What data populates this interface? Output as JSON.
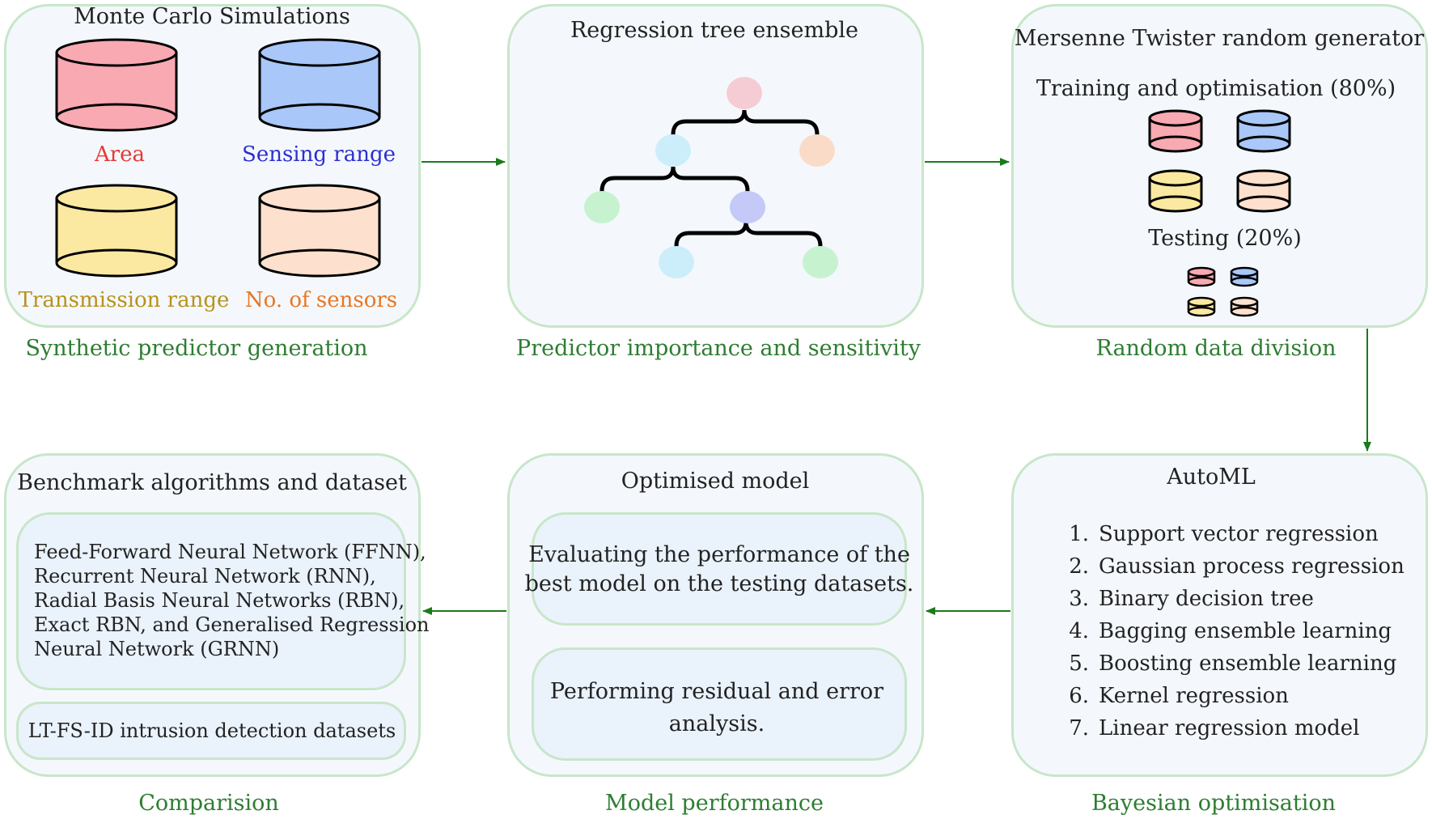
{
  "colors": {
    "red_fill": "#f8a9b2",
    "blue_fill": "#a9c7f8",
    "yellow_fill": "#fbe9a2",
    "peach_fill": "#fde0cd",
    "arrow": "#1b7a1b",
    "caption": "#2e7d32",
    "label_red": "#e53935",
    "label_blue": "#2c2fd0",
    "label_yellow": "#b8921a",
    "label_orange": "#e87722"
  },
  "stage1": {
    "title": "Monte Carlo Simulations",
    "datasets": [
      "Area",
      "Sensing range",
      "Transmission range",
      "No. of sensors"
    ],
    "caption": "Synthetic predictor generation"
  },
  "stage2": {
    "title": "Regression tree ensemble",
    "caption": "Predictor importance and sensitivity"
  },
  "stage3": {
    "title": "Mersenne Twister random generator",
    "training": "Training and optimisation (80%)",
    "testing": "Testing (20%)",
    "caption": "Random data division"
  },
  "stage4": {
    "title": "AutoML",
    "items": [
      {
        "num": "1.",
        "label": "Support vector regression"
      },
      {
        "num": "2.",
        "label": "Gaussian process regression"
      },
      {
        "num": "3.",
        "label": "Binary decision tree"
      },
      {
        "num": "4.",
        "label": "Bagging ensemble learning"
      },
      {
        "num": "5.",
        "label": "Boosting ensemble learning"
      },
      {
        "num": "6.",
        "label": "Kernel regression"
      },
      {
        "num": "7.",
        "label": "Linear regression model"
      }
    ],
    "caption": "Bayesian optimisation"
  },
  "stage5": {
    "title": "Optimised model",
    "box1": [
      "Evaluating the performance of the",
      "best model on the testing datasets."
    ],
    "box2": [
      "Performing residual and error",
      "analysis."
    ],
    "caption": "Model performance"
  },
  "stage6": {
    "title": "Benchmark algorithms and dataset",
    "algorithms": [
      "Feed-Forward Neural Network (FFNN),",
      "Recurrent Neural Network (RNN),",
      "Radial Basis Neural Networks (RBN),",
      "Exact RBN, and Generalised Regression",
      "Neural Network (GRNN)"
    ],
    "dataset": "LT-FS-ID intrusion detection datasets",
    "caption": "Comparision"
  }
}
